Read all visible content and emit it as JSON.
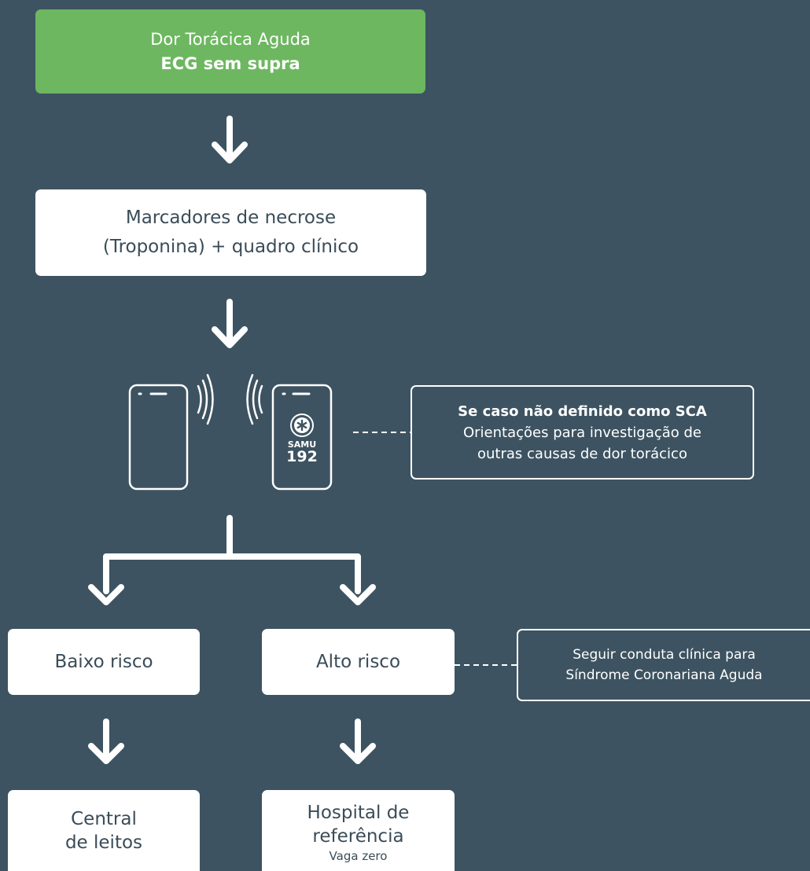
{
  "top_box": {
    "line1": "Dor Torácica Aguda",
    "line2": "ECG sem supra"
  },
  "markers_box": {
    "line1": "Marcadores de necrose",
    "line2": "(Troponina) + quadro clínico"
  },
  "samu_phone": {
    "label": "SAMU",
    "number": "192"
  },
  "note_sca": {
    "title": "Se caso não definido como SCA",
    "line1": "Orientações para investigação de",
    "line2": "outras causas de dor torácico"
  },
  "low_risk": {
    "label": "Baixo risco"
  },
  "high_risk": {
    "label": "Alto risco"
  },
  "note_conduct": {
    "line1": "Seguir conduta clínica para",
    "line2": "Síndrome Coronariana Aguda"
  },
  "bed_center": {
    "line1": "Central",
    "line2": "de leitos"
  },
  "hospital": {
    "line1": "Hospital de",
    "line2": "referência",
    "sub": "Vaga zero"
  },
  "colors": {
    "background": "#3d5361",
    "accent_green": "#6db760",
    "box_text": "#3a4c58",
    "line": "#ffffff"
  },
  "icons": [
    "down-arrow-icon",
    "smartphone-icon",
    "signal-waves-icon",
    "samu-emblem-icon"
  ]
}
